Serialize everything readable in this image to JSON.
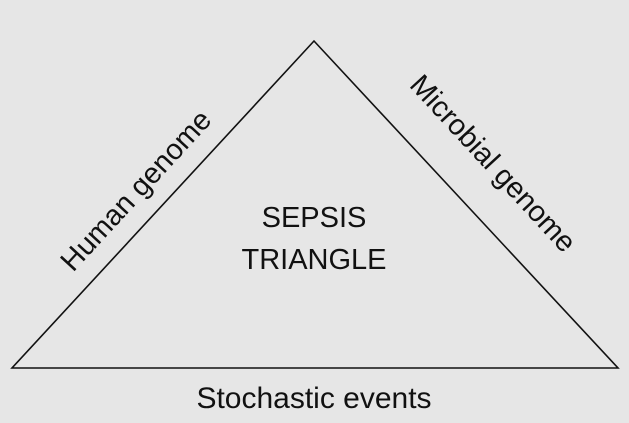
{
  "diagram": {
    "center_title_line1": "SEPSIS",
    "center_title_line2": "TRIANGLE",
    "left_side_label": "Human genome",
    "right_side_label": "Microbial genome",
    "bottom_label": "Stochastic events"
  },
  "colors": {
    "background": "#e6e6e6",
    "stroke": "#111111",
    "text": "#111111"
  }
}
